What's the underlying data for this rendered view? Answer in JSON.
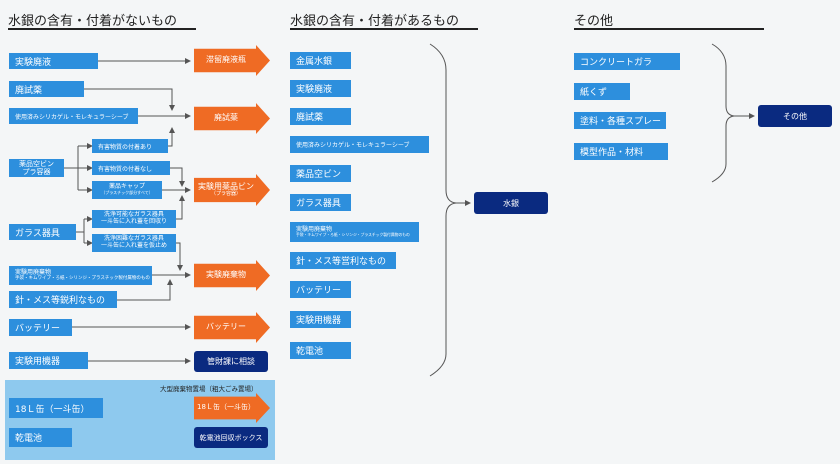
{
  "sections": {
    "left": "水銀の含有・付着がないもの",
    "middle": "水銀の含有・付着があるもの",
    "right": "その他"
  },
  "left": {
    "jikken_haieki": "実験廃液",
    "haishiyaku": "廃試薬",
    "silica": "使用済みシリカゲル・モレキュラーシーブ",
    "yakuhin_bin_1": "薬品空ビン",
    "yakuhin_bin_2": "プラ容器",
    "yugai_ari": "有害物質の付着あり",
    "yugai_nashi": "有害物質の付着なし",
    "cap_1": "薬品キャップ",
    "cap_2": "（プラスチック部分すべて）",
    "glass": "ガラス器具",
    "senjo_kano_1": "洗浄可能なガラス器具",
    "senjo_kano_2": "一斗缶に入れ蓋を回収り",
    "senjo_konnan_1": "洗浄困難なガラス器具",
    "senjo_konnan_2": "一斗缶に入れ蓋を仮止め",
    "jikken_haikibutsu_1": "実験用廃棄物",
    "jikken_haikibutsu_2": "手袋・キムワイプ・ろ紙・シリンジ・プラスチック製付属物のもの",
    "hari": "針・メス等鋭利なもの",
    "battery": "バッテリー",
    "kiki": "実験用機器",
    "out_tamari": "滞留廃液瓶",
    "out_haishiyaku": "廃試薬",
    "out_bin_1": "実験用薬品ビン",
    "out_bin_2": "（プラ容器）",
    "out_haikibutsu": "実験廃棄物",
    "out_battery": "バッテリー",
    "out_kiki": "管財課に相談",
    "panel_title": "大型廃棄物置場（粗大ごみ置場）",
    "itto": "18Ｌ缶（一斗缶）",
    "out_itto": "18Ｌ缶（一斗缶）",
    "kandenchi": "乾電池",
    "out_kandenchi": "乾電池回収ボックス"
  },
  "middle": {
    "items": [
      "金属水銀",
      "実験廃液",
      "廃試薬",
      "使用済みシリカゲル・モレキュラーシーブ",
      "薬品空ビン",
      "ガラス器具",
      "実験用廃棄物",
      "手袋・キムワイプ・ろ紙・シリンジ・プラスチック製付属物のもの",
      "針・メス等営利なもの",
      "バッテリー",
      "実験用機器",
      "乾電池"
    ],
    "out": "水銀"
  },
  "right": {
    "items": [
      "コンクリートガラ",
      "紙くず",
      "塗料・各種スプレー",
      "模型作品・材料"
    ],
    "out": "その他"
  },
  "colors": {
    "blue": "#2d8fdd",
    "orange": "#ef6b24",
    "navy": "#0a2a80",
    "panel": "#8ec9ee",
    "bg": "#f4f6f7"
  }
}
